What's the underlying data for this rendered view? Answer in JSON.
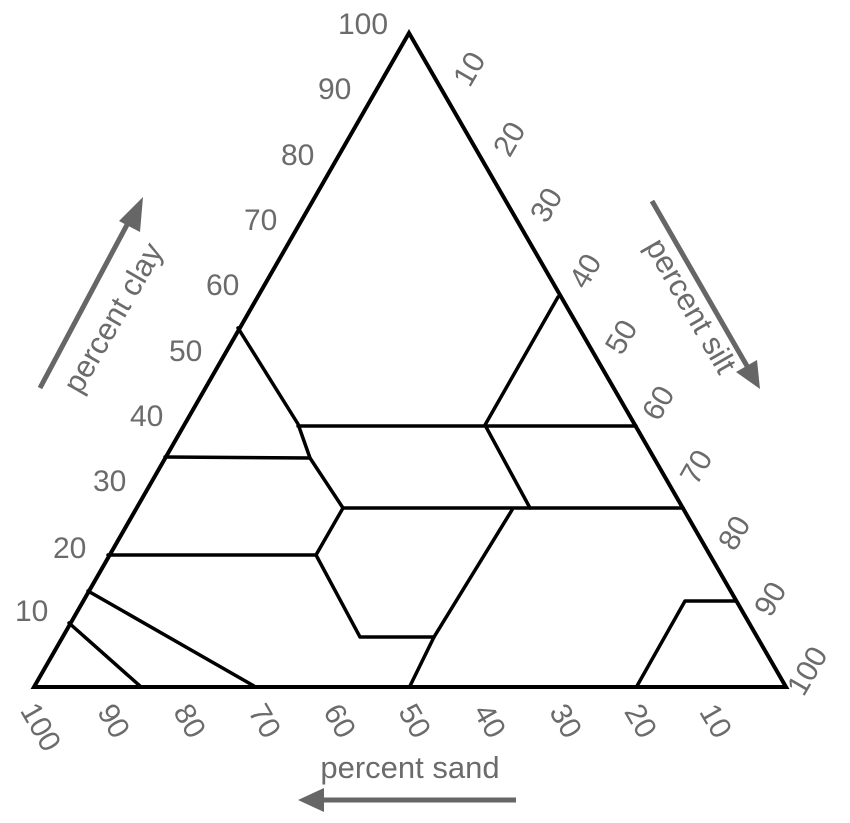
{
  "ternary": {
    "clay_axis": {
      "label": "percent clay",
      "ticks": [
        "10",
        "20",
        "30",
        "40",
        "50",
        "60",
        "70",
        "80",
        "90",
        "100"
      ]
    },
    "silt_axis": {
      "label": "percent silt",
      "ticks": [
        "10",
        "20",
        "30",
        "40",
        "50",
        "60",
        "70",
        "80",
        "90",
        "100"
      ]
    },
    "sand_axis": {
      "label": "percent sand",
      "ticks": [
        "100",
        "90",
        "80",
        "70",
        "60",
        "50",
        "40",
        "30",
        "20",
        "10"
      ]
    }
  },
  "colors": {
    "lines": "#000000",
    "text": "#6b6b6b",
    "arrows": "#666666"
  }
}
